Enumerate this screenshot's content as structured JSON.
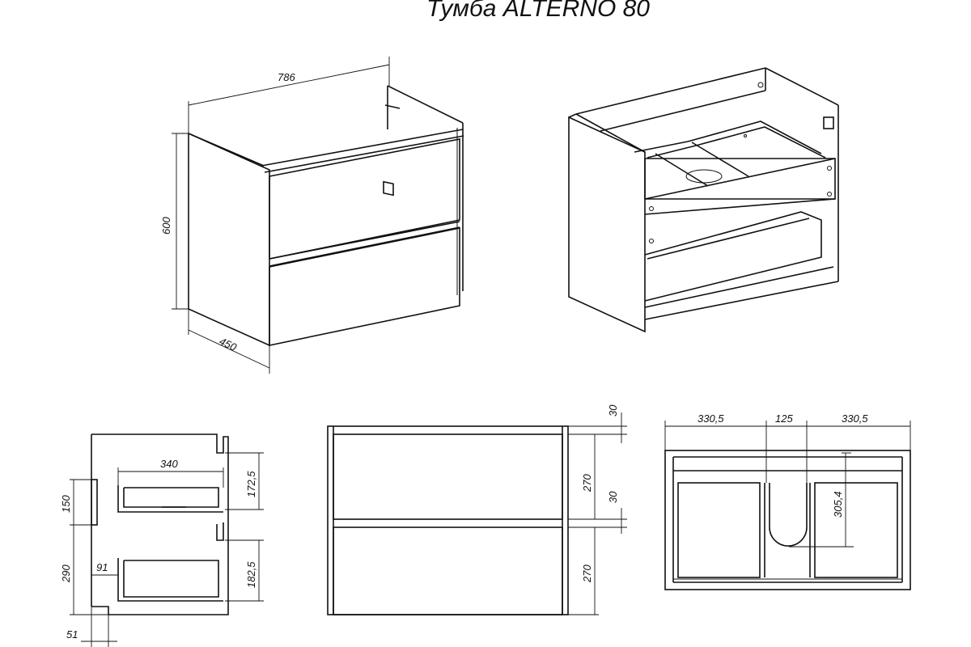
{
  "title": "Тумба ALTERNO 80",
  "iso_front": {
    "width": "786",
    "height": "600",
    "depth": "450"
  },
  "side_view": {
    "drawer_depth": "340",
    "upper_drawer_height": "172,5",
    "lower_drawer_height": "182,5",
    "upper_offset": "150",
    "lower_offset": "290",
    "drawer_setback": "91",
    "bottom_gap": "51"
  },
  "front_view": {
    "top_gap": "30",
    "upper_facade": "270",
    "middle_gap": "30",
    "lower_facade": "270"
  },
  "top_view": {
    "left_width": "330,5",
    "cutout_width": "125",
    "right_width": "330,5",
    "cutout_depth": "305,4"
  }
}
